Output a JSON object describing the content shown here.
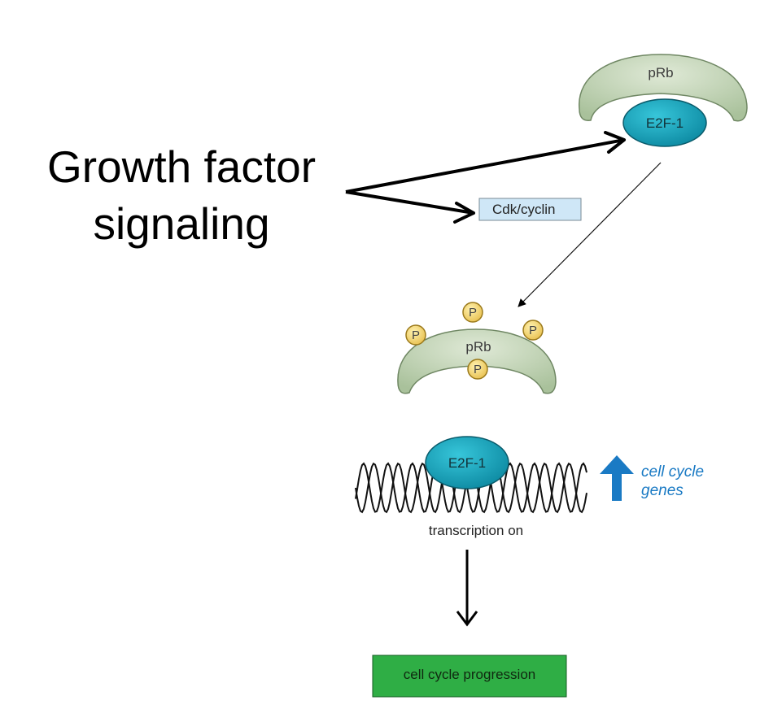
{
  "diagram": {
    "heading": {
      "line1": "Growth factor",
      "line2": "signaling"
    },
    "complex_top": {
      "prb": "pRb",
      "e2f": "E2F-1"
    },
    "kinase": {
      "label": "Cdk/cyclin"
    },
    "phospho_prb": {
      "prb": "pRb",
      "phosphate": "P"
    },
    "dna": {
      "e2f": "E2F-1",
      "caption": "transcription on"
    },
    "genes": {
      "line1": "cell cycle",
      "line2": "genes"
    },
    "outcome": {
      "label": "cell cycle progression"
    },
    "colors": {
      "prb_fill": "#b7ccaa",
      "e2f_fill": "#1fa5bc",
      "phosphate_fill": "#f2d36b",
      "cdk_fill": "#cfe7f7",
      "outcome_fill": "#2fae45",
      "genes_blue": "#1a7ac4"
    }
  }
}
